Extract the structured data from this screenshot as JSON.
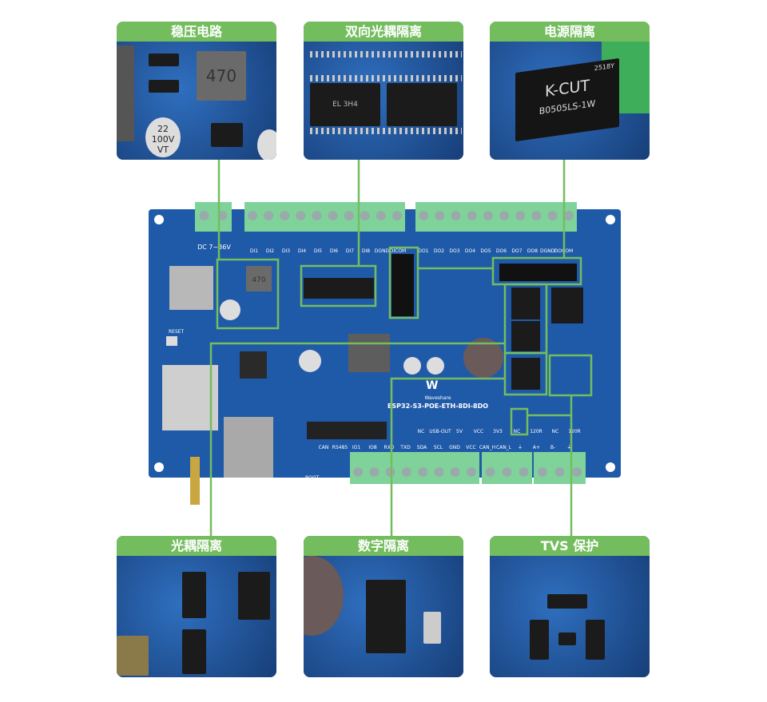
{
  "accent_color": "#74bd5f",
  "pcb_color": "#1f5aa8",
  "terminal_color": "#7fd39a",
  "callouts": {
    "top": [
      {
        "title": "稳压电路",
        "chip_text": "470",
        "cap_text": "22 100V VT"
      },
      {
        "title": "双向光耦隔离",
        "chip_text": "EL 3H4"
      },
      {
        "title": "电源隔离",
        "chip_text": "K-CUT",
        "chip_subtext": "B0505LS-1W",
        "chip_code": "2518Y"
      }
    ],
    "bottom": [
      {
        "title": "光耦隔离"
      },
      {
        "title": "数字隔离"
      },
      {
        "title": "TVS 保护"
      }
    ]
  },
  "board": {
    "model": "ESP32-S3-POE-ETH-8DI-8DO",
    "brand": "Waveshare",
    "power_label": "DC 7~36V",
    "reset_label": "RESET",
    "boot_label": "BOOT",
    "di_labels": [
      "DI1",
      "DI2",
      "DI3",
      "DI4",
      "DI5",
      "DI6",
      "DI7",
      "DI8",
      "DGND",
      "DICOM"
    ],
    "do_labels": [
      "DO1",
      "DO2",
      "DO3",
      "DO4",
      "DO5",
      "DO6",
      "DO7",
      "DO8",
      "DGND'",
      "DOCOM"
    ],
    "bottom_labels": [
      "CAN",
      "RS485",
      "IO1",
      "IO8",
      "RXD",
      "TXD",
      "SDA",
      "SCL",
      "GND",
      "VCC",
      "CAN_H",
      "CAN_L",
      "⏚",
      "A+",
      "B-",
      "⏚"
    ],
    "jumper_labels": [
      "NC",
      "USB-OUT",
      "5V",
      "VCC",
      "3V3",
      "NC",
      "120R",
      "NC",
      "120R"
    ],
    "inductor_text": "470"
  }
}
